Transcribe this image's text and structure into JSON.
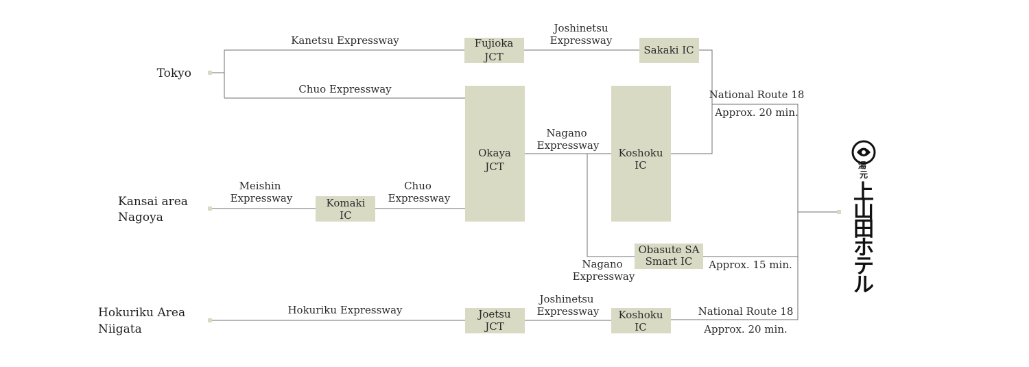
{
  "origins": {
    "tokyo": "Tokyo",
    "kansai_1": "Kansai area",
    "kansai_2": "Nagoya",
    "hokuriku_1": "Hokuriku Area",
    "hokuriku_2": "Niigata"
  },
  "routes": {
    "kanetsu": "Kanetsu Expressway",
    "chuo_tokyo": "Chuo Expressway",
    "joshinetsu_top_1": "Joshinetsu",
    "joshinetsu_top_2": "Expressway",
    "meishin_1": "Meishin",
    "meishin_2": "Expressway",
    "chuo_mid_1": "Chuo",
    "chuo_mid_2": "Expressway",
    "nagano_top_1": "Nagano",
    "nagano_top_2": "Expressway",
    "nagano_bottom_1": "Nagano",
    "nagano_bottom_2": "Expressway",
    "hokuriku": "Hokuriku Expressway",
    "joshinetsu_bottom_1": "Joshinetsu",
    "joshinetsu_bottom_2": "Expressway",
    "national_top": "National Route 18",
    "national_bottom": "National Route 18"
  },
  "times": {
    "top": "Approx. 20 min.",
    "mid": "Approx. 15 min.",
    "bottom": "Approx. 20 min."
  },
  "junctions": {
    "fujioka_1": "Fujioka",
    "fujioka_2": "JCT",
    "sakaki": "Sakaki IC",
    "okaya_1": "Okaya",
    "okaya_2": "JCT",
    "koshoku_top_1": "Koshoku",
    "koshoku_top_2": "IC",
    "komaki_1": "Komaki",
    "komaki_2": "IC",
    "obasute_1": "Obasute SA",
    "obasute_2": "Smart IC",
    "joetsu_1": "Joetsu",
    "joetsu_2": "JCT",
    "koshoku_bottom_1": "Koshoku",
    "koshoku_bottom_2": "IC"
  },
  "logo": {
    "small": "湯元",
    "main": "上山田ホテル"
  },
  "colors": {
    "box": "#d8dac4",
    "line": "#6f6f6f",
    "text": "#2a2a2a"
  }
}
